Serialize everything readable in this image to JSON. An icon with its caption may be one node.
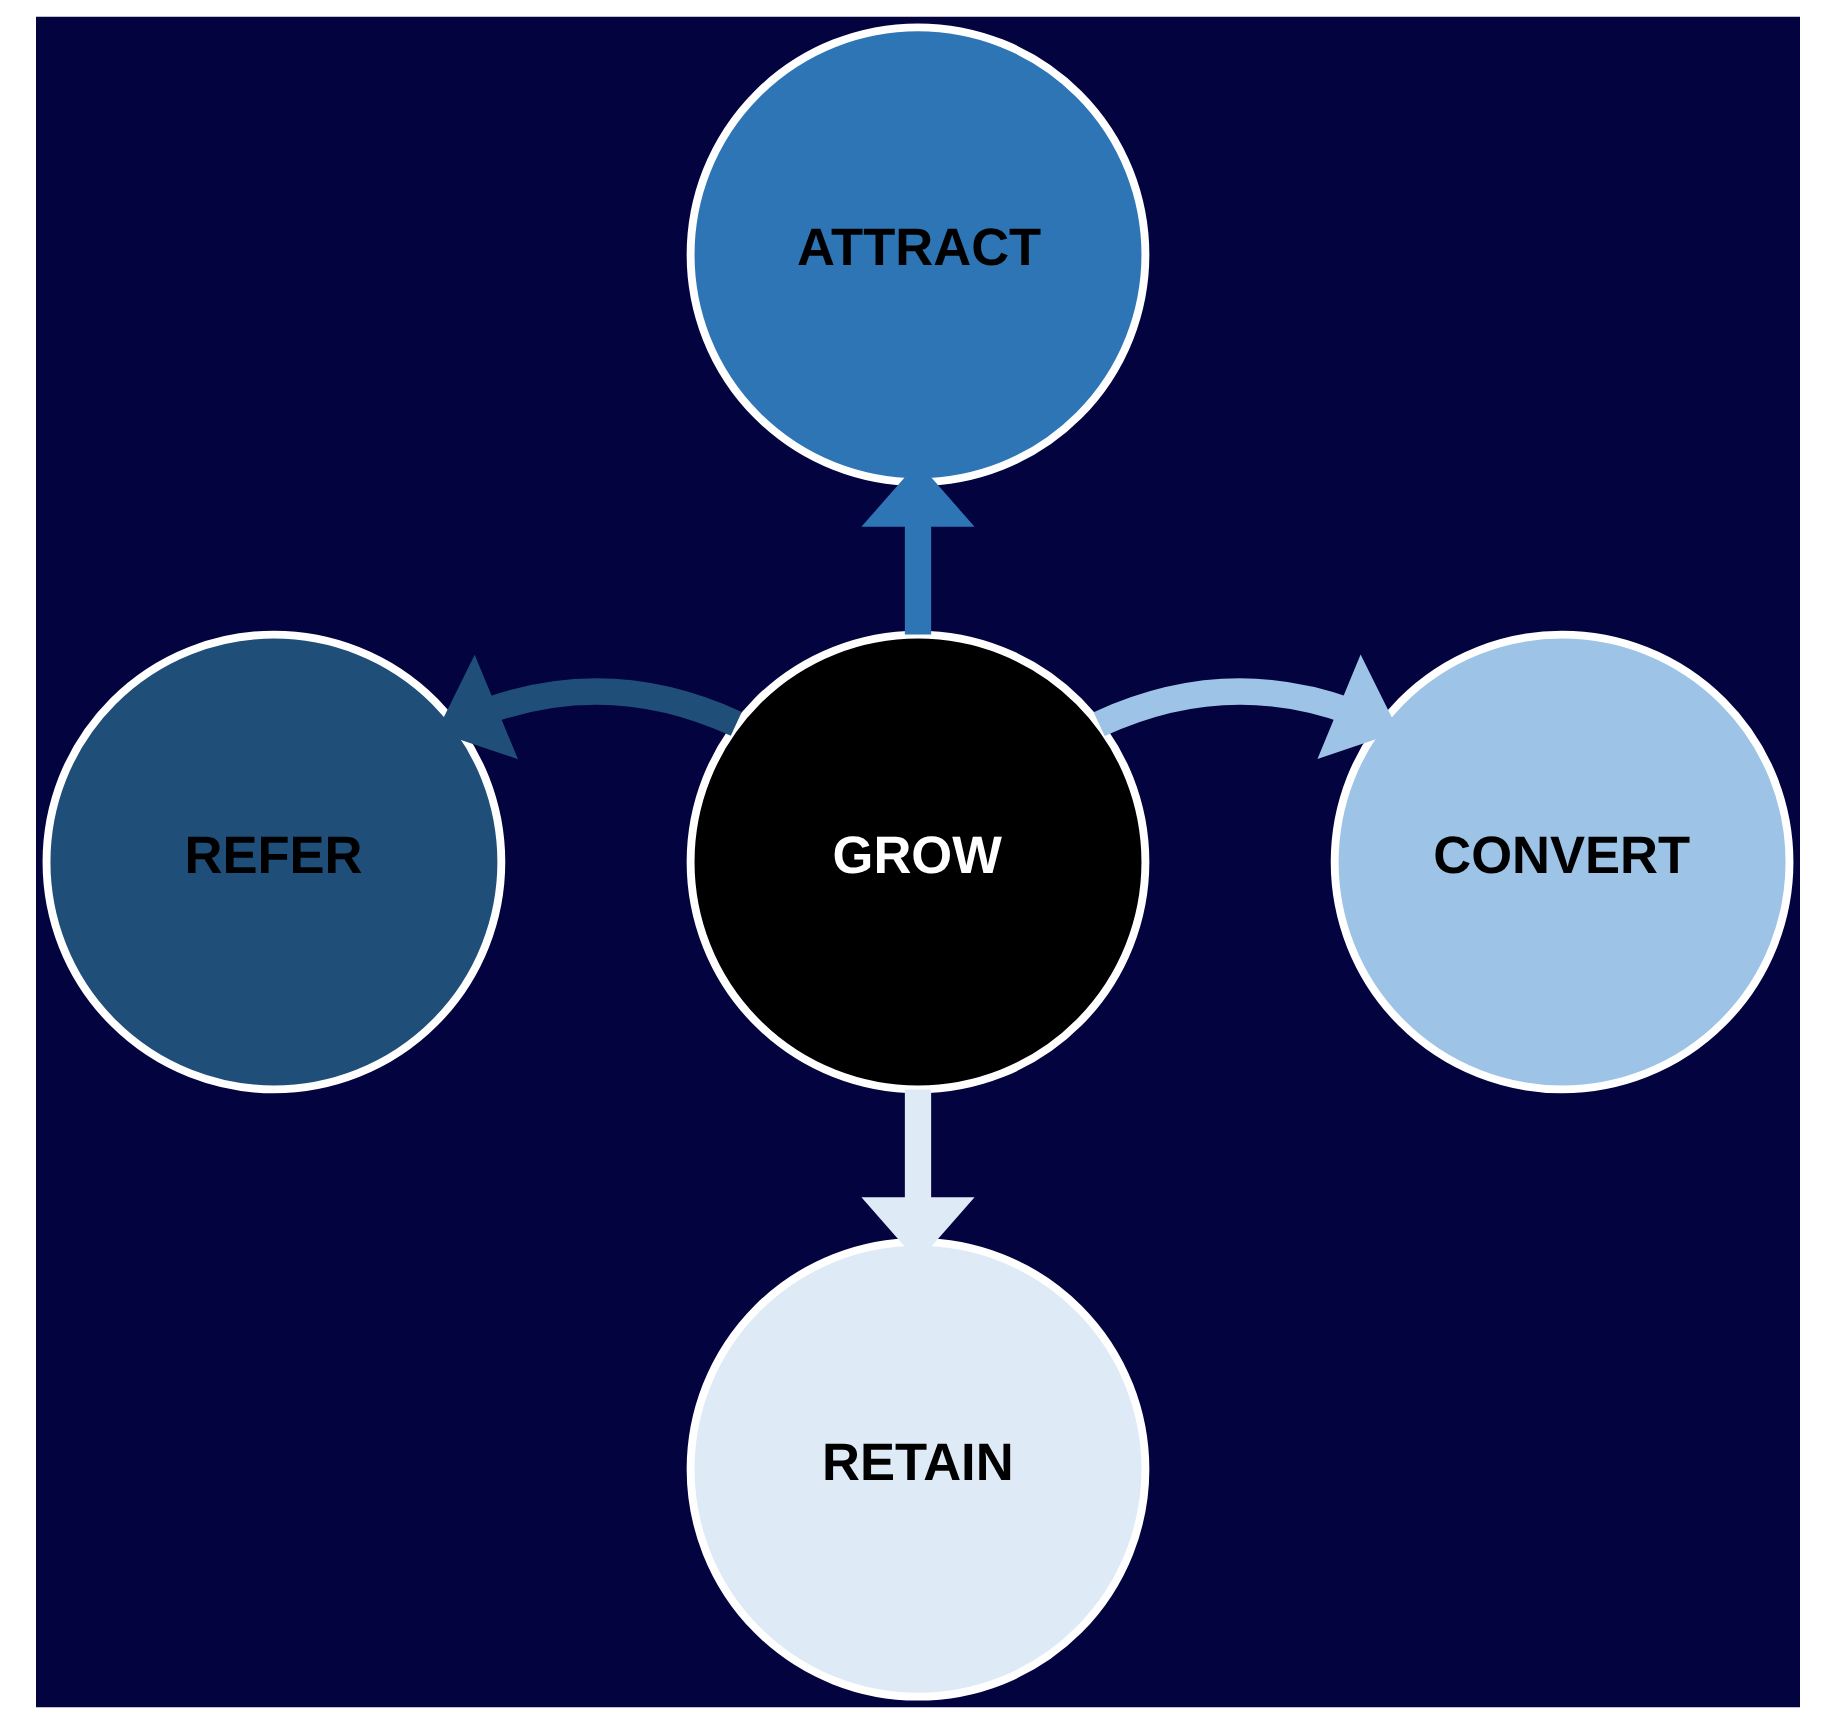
{
  "diagram": {
    "nodes": [
      {
        "text": [
          "ATTRACT"
        ]
      },
      {
        "text": [
          "REFER"
        ]
      },
      {
        "text": [
          "GROW"
        ]
      },
      {
        "text": [
          "CONVERT"
        ]
      },
      {
        "text": [
          "RETAIN"
        ]
      }
    ],
    "edges": [
      {
        "from": 2,
        "to": 0,
        "arrow": "to",
        "color": "#2e75b6"
      },
      {
        "from": 2,
        "to": 3,
        "arrow": "to",
        "color": "#9dc3e6"
      },
      {
        "from": 2,
        "to": 4,
        "arrow": "to",
        "color": "#deebf7"
      },
      {
        "from": 2,
        "to": 1,
        "arrow": "to",
        "color": "#1f4e79"
      }
    ]
  }
}
